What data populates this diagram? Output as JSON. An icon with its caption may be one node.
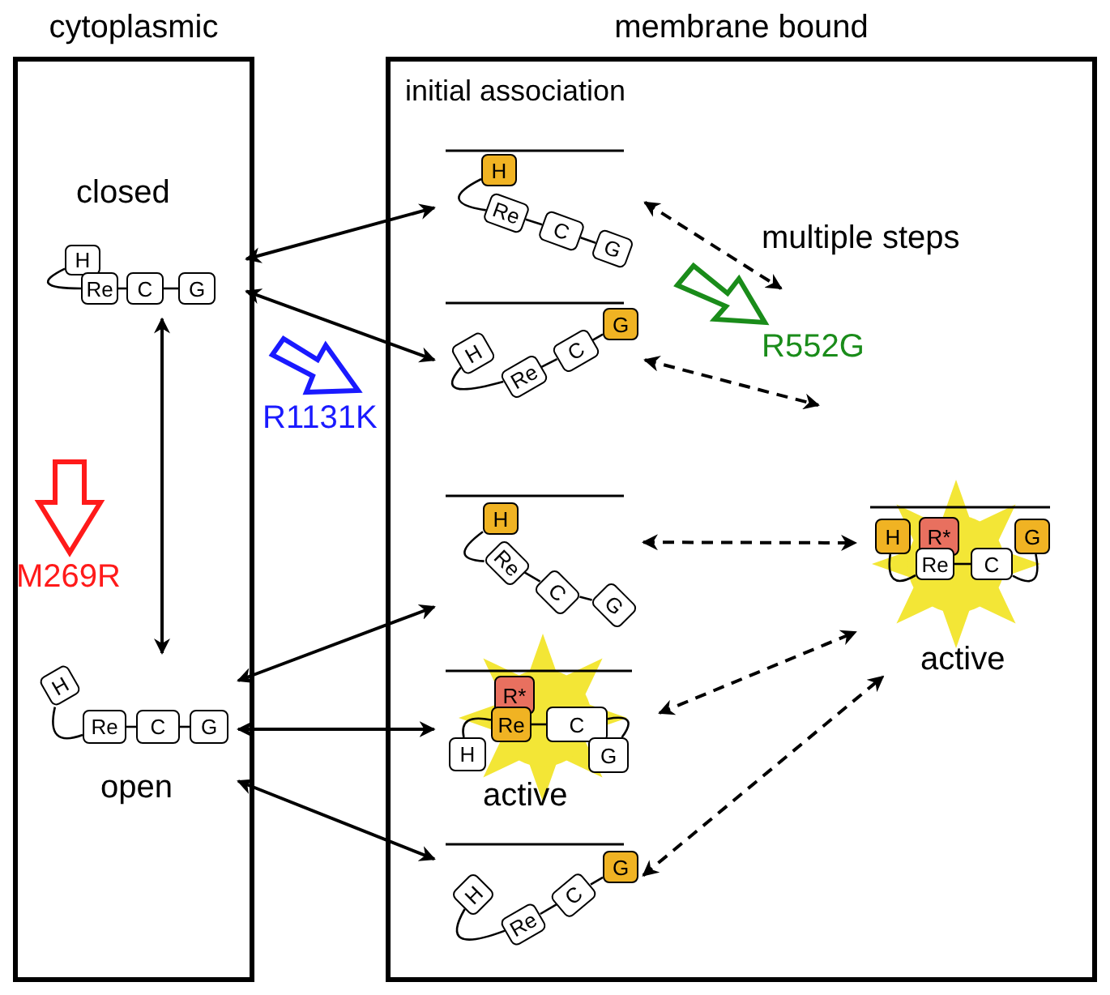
{
  "diagram": {
    "nodes": [
      {
        "text": [
          "cytoplasmic"
        ]
      },
      {
        "text": [
          "membrane bound",
          "initial association"
        ]
      },
      {
        "text": [],
        "shape": "protein",
        "in": 0,
        "beside": [
          "closed"
        ]
      },
      {
        "text": [
          "H"
        ],
        "in": 2
      },
      {
        "text": [
          "Re"
        ],
        "in": 2
      },
      {
        "text": [
          "C"
        ],
        "in": 2
      },
      {
        "text": [
          "G"
        ],
        "in": 2
      },
      {
        "text": [],
        "shape": "protein",
        "in": 0,
        "beside": [
          "open"
        ]
      },
      {
        "text": [
          "H"
        ],
        "in": 7
      },
      {
        "text": [
          "Re"
        ],
        "in": 7
      },
      {
        "text": [
          "C"
        ],
        "in": 7
      },
      {
        "text": [
          "G"
        ],
        "in": 7
      },
      {
        "text": [],
        "shape": "protein",
        "in": 1
      },
      {
        "text": [
          "H"
        ],
        "in": 12
      },
      {
        "text": [
          "Re"
        ],
        "in": 12
      },
      {
        "text": [
          "C"
        ],
        "in": 12
      },
      {
        "text": [
          "G"
        ],
        "in": 12
      },
      {
        "text": [],
        "shape": "protein",
        "in": 1
      },
      {
        "text": [
          "H"
        ],
        "in": 17
      },
      {
        "text": [
          "Re"
        ],
        "in": 17
      },
      {
        "text": [
          "C"
        ],
        "in": 17
      },
      {
        "text": [
          "G"
        ],
        "in": 17
      },
      {
        "text": [],
        "shape": "protein",
        "in": 1
      },
      {
        "text": [
          "H"
        ],
        "in": 22
      },
      {
        "text": [
          "Re"
        ],
        "in": 22
      },
      {
        "text": [
          "C"
        ],
        "in": 22
      },
      {
        "text": [
          "G"
        ],
        "in": 22
      },
      {
        "text": [],
        "shape": "protein",
        "in": 1,
        "beside": [
          "active"
        ]
      },
      {
        "text": [
          "R*"
        ],
        "in": 27
      },
      {
        "text": [
          "Re"
        ],
        "in": 27
      },
      {
        "text": [
          "C"
        ],
        "in": 27
      },
      {
        "text": [
          "H"
        ],
        "in": 27
      },
      {
        "text": [
          "G"
        ],
        "in": 27
      },
      {
        "text": [],
        "shape": "protein",
        "in": 1
      },
      {
        "text": [
          "H"
        ],
        "in": 33
      },
      {
        "text": [
          "Re"
        ],
        "in": 33
      },
      {
        "text": [
          "C"
        ],
        "in": 33
      },
      {
        "text": [
          "G"
        ],
        "in": 33
      },
      {
        "text": [],
        "shape": "protein",
        "in": 1,
        "beside": [
          "active"
        ]
      },
      {
        "text": [
          "H"
        ],
        "in": 38
      },
      {
        "text": [
          "R*"
        ],
        "in": 38
      },
      {
        "text": [
          "G"
        ],
        "in": 38
      },
      {
        "text": [
          "Re"
        ],
        "in": 38
      },
      {
        "text": [
          "C"
        ],
        "in": 38
      }
    ],
    "edges": [
      {
        "from": 2,
        "to": 12,
        "arrow": "both"
      },
      {
        "from": 2,
        "to": 17,
        "arrow": "both"
      },
      {
        "from": 2,
        "to": 7,
        "arrow": "both"
      },
      {
        "from": 7,
        "to": 22,
        "arrow": "both"
      },
      {
        "from": 7,
        "to": 27,
        "arrow": "both"
      },
      {
        "from": 7,
        "to": 33,
        "arrow": "both"
      },
      {
        "from": 12,
        "to": null,
        "arrow": "both",
        "style": "dashed"
      },
      {
        "from": 17,
        "to": null,
        "arrow": "both",
        "style": "dashed"
      },
      {
        "from": 22,
        "to": 38,
        "arrow": "both",
        "style": "dashed"
      },
      {
        "from": 27,
        "to": 38,
        "arrow": "both",
        "style": "dashed"
      },
      {
        "from": 33,
        "to": 38,
        "arrow": "both",
        "style": "dashed"
      },
      {
        "from": 3,
        "to": 4,
        "arrow": "none"
      },
      {
        "from": 4,
        "to": 5,
        "arrow": "none"
      },
      {
        "from": 5,
        "to": 6,
        "arrow": "none"
      },
      {
        "from": 8,
        "to": 9,
        "arrow": "none"
      },
      {
        "from": 9,
        "to": 10,
        "arrow": "none"
      },
      {
        "from": 10,
        "to": 11,
        "arrow": "none"
      },
      {
        "from": 13,
        "to": 14,
        "arrow": "none"
      },
      {
        "from": 14,
        "to": 15,
        "arrow": "none"
      },
      {
        "from": 15,
        "to": 16,
        "arrow": "none"
      },
      {
        "from": 18,
        "to": 19,
        "arrow": "none"
      },
      {
        "from": 19,
        "to": 20,
        "arrow": "none"
      },
      {
        "from": 20,
        "to": 21,
        "arrow": "none"
      },
      {
        "from": 23,
        "to": 24,
        "arrow": "none"
      },
      {
        "from": 24,
        "to": 25,
        "arrow": "none"
      },
      {
        "from": 25,
        "to": 26,
        "arrow": "none"
      },
      {
        "from": 31,
        "to": 29,
        "arrow": "none"
      },
      {
        "from": 29,
        "to": 30,
        "arrow": "none"
      },
      {
        "from": 30,
        "to": 32,
        "arrow": "none"
      },
      {
        "from": 34,
        "to": 35,
        "arrow": "none"
      },
      {
        "from": 35,
        "to": 36,
        "arrow": "none"
      },
      {
        "from": 36,
        "to": 37,
        "arrow": "none"
      },
      {
        "from": 39,
        "to": 42,
        "arrow": "none"
      },
      {
        "from": 42,
        "to": 43,
        "arrow": "none"
      },
      {
        "from": 43,
        "to": 41,
        "arrow": "none"
      }
    ],
    "labels": [
      "multiple steps",
      "R552G",
      "R1131K",
      "M269R"
    ]
  }
}
